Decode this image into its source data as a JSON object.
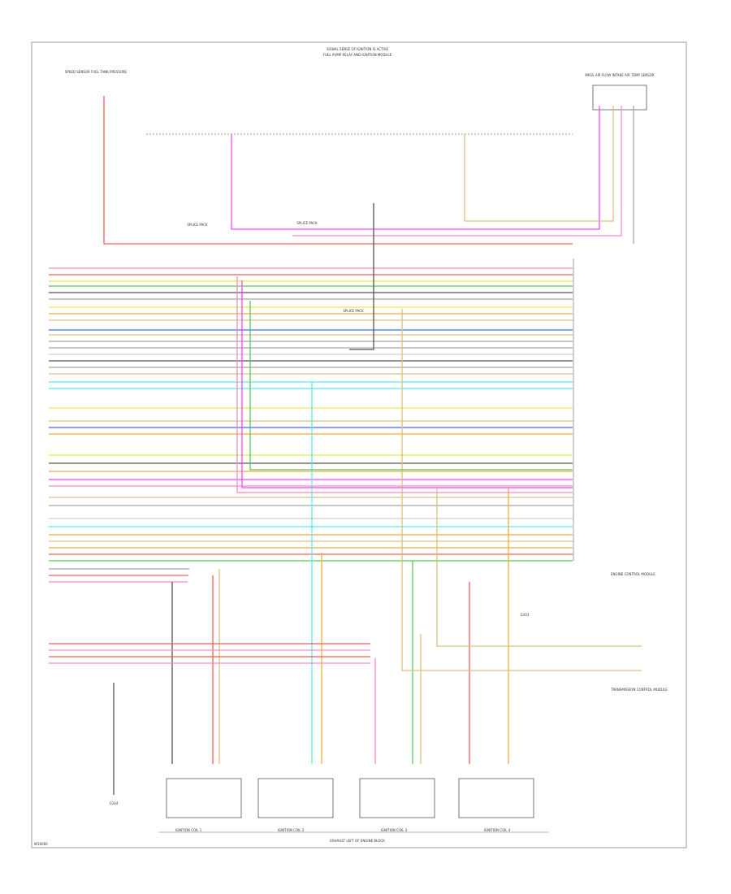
{
  "header": {
    "line1": "SIGNAL SENSE OF IGNITION IS ACTIVE",
    "line2": "FUEL PUMP RELAY AND IGNITION MODULE"
  },
  "sensors": {
    "left_sensor": "SPEED SENSOR FUEL TANK PRESSURE",
    "top_right_sensor": "MASS AIR FLOW INTAKE AIR TEMP SENSOR"
  },
  "splices": {
    "s1": "SPLICE PACK",
    "s2": "SPLICE PACK",
    "s3": "SPLICE PACK"
  },
  "module": {
    "label": "ENGINE CONTROL MODULE"
  },
  "transmission": {
    "label": "TRANSMISSION CONTROL MODULE"
  },
  "ground": {
    "g1": "G103",
    "g2": "G104"
  },
  "footer": {
    "cylinders": [
      "IGNITION COIL 1",
      "IGNITION COIL 2",
      "IGNITION COIL 3",
      "IGNITION COIL 4"
    ],
    "bottom_note": "EXHAUST LEFT OF ENGINE BLOCK",
    "page_code": "W16060"
  },
  "colors": {
    "red": "#ff5a5a",
    "pink": "#ff88cc",
    "magenta": "#ff44ff",
    "yellow": "#f2e34a",
    "orange": "#ffaa33",
    "green": "#55cc55",
    "blue": "#4466ff",
    "cyan": "#55eeee",
    "tan": "#d9c27a",
    "gray": "#a8a8a8",
    "dark": "#555555",
    "lightgray": "#cfcfcf"
  }
}
